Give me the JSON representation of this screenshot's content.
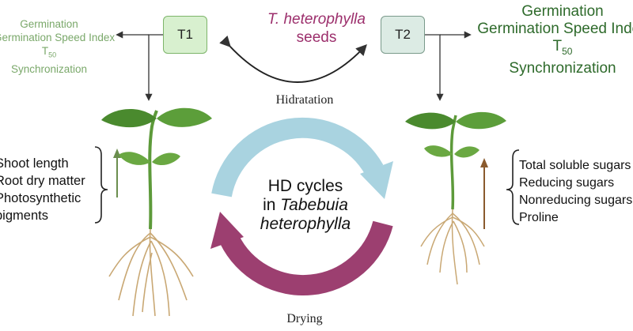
{
  "boxes": {
    "t1": "T1",
    "t2": "T2"
  },
  "seeds": {
    "species": "T. heterophylla",
    "label": "seeds"
  },
  "left_top_list": [
    "Germination",
    "Germination Speed Index",
    "T50",
    "Synchronization"
  ],
  "right_top_list": [
    "Germination",
    "Germination Speed Index",
    "T50",
    "Synchronization"
  ],
  "left_bottom_list": [
    "Shoot length",
    "Root dry matter",
    "Photosynthetic",
    "pigments"
  ],
  "right_bottom_list": [
    "Total soluble sugars",
    "Reducing sugars",
    "Nonreducing sugars",
    "Proline"
  ],
  "cycle": {
    "top_label": "Hidratation",
    "bottom_label": "Drying",
    "line1": "HD cycles",
    "line2_prefix": "in ",
    "line2_italic": "Tabebuia",
    "line3_italic": "heterophylla"
  },
  "colors": {
    "hydration_arrow": "#a9d3e0",
    "drying_arrow": "#9c3f70",
    "seed_text": "#9c2f6c",
    "t1_fill": "#d8f0cf",
    "t2_fill": "#dcebe4",
    "left_indicator": "#6b8e4e",
    "right_indicator": "#8a5a2e"
  }
}
